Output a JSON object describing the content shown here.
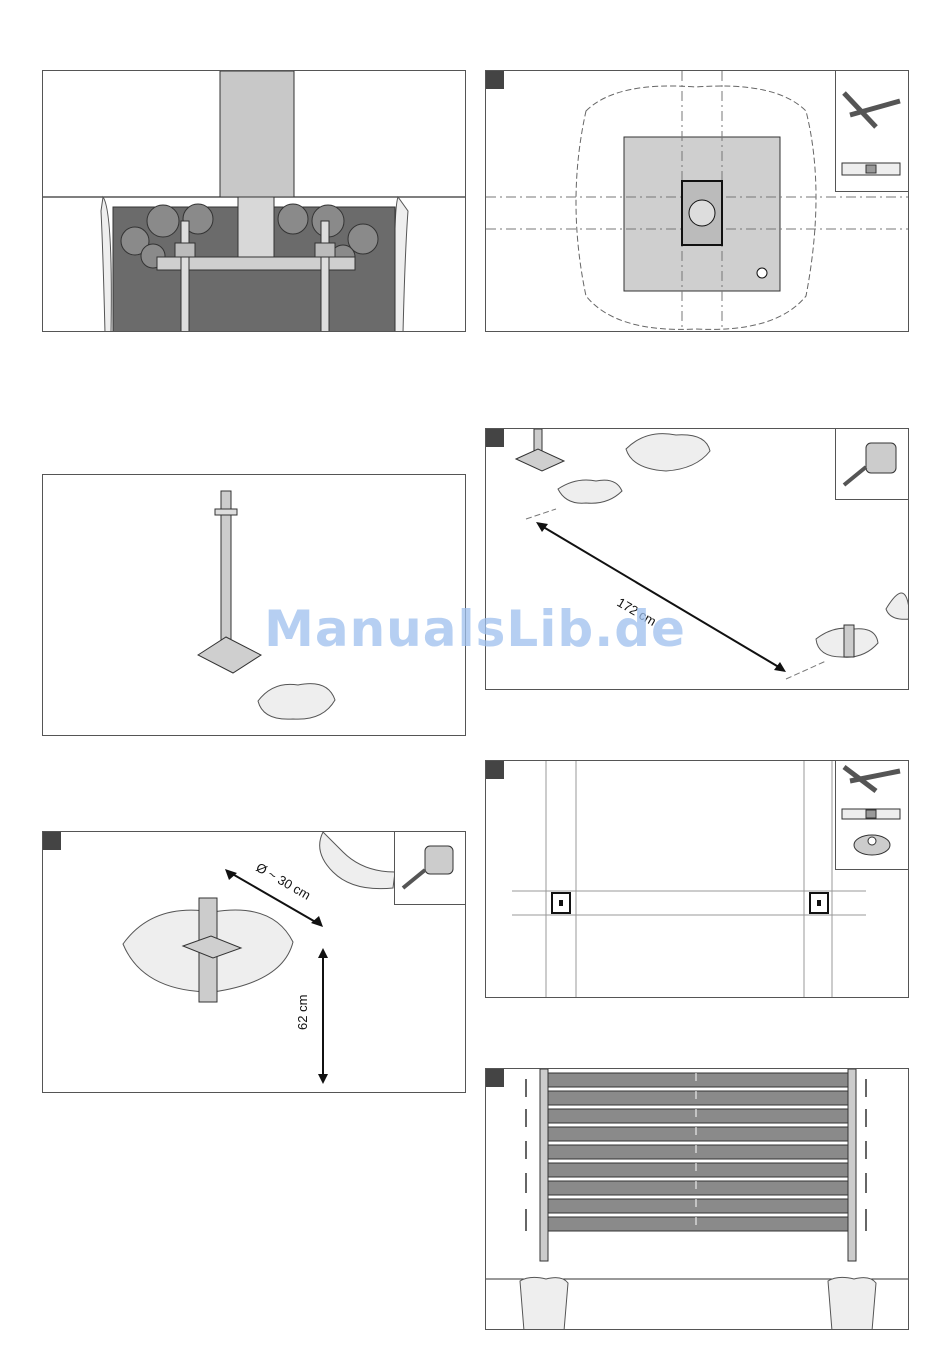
{
  "watermark": "ManualsLib.de",
  "panels": {
    "foundation_section": {},
    "anchor_overview": {},
    "hole_dimensions": {
      "diameter_label": "Ø ~ 30 cm",
      "depth_label": "62 cm"
    },
    "top_view_alignment": {},
    "post_spacing": {
      "distance_label": "172 cm"
    },
    "string_alignment": {},
    "fence_panel_insert": {}
  },
  "tools": [
    "cross-brace-icon",
    "spirit-level-icon",
    "tape-measure-icon",
    "string-reel-icon"
  ],
  "colors": {
    "concrete": "#6b6b6b",
    "steel": "#c8c8c8",
    "plate": "#cfcfcf",
    "slat": "#8a8a8a",
    "border": "#555555"
  }
}
